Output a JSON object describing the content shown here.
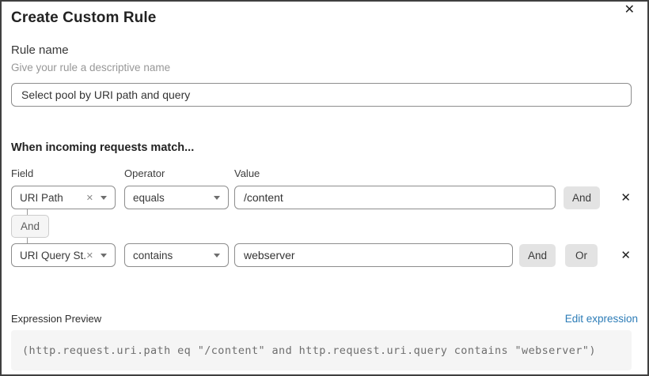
{
  "dialog": {
    "title": "Create Custom Rule",
    "close_icon": "✕"
  },
  "rule_name": {
    "label": "Rule name",
    "hint": "Give your rule a descriptive name",
    "value": "Select pool by URI path and query"
  },
  "match": {
    "heading": "When incoming requests match...",
    "column_labels": {
      "field": "Field",
      "operator": "Operator",
      "value": "Value"
    },
    "connector_label": "And",
    "rows": [
      {
        "field": "URI Path",
        "clear_icon": "✕",
        "operator": "equals",
        "value": "/content",
        "and_label": "And",
        "delete_icon": "✕"
      },
      {
        "field": "URI Query St...",
        "clear_icon": "✕",
        "operator": "contains",
        "value": "webserver",
        "and_label": "And",
        "or_label": "Or",
        "delete_icon": "✕"
      }
    ]
  },
  "expression": {
    "label": "Expression Preview",
    "edit_link": "Edit expression",
    "code": "(http.request.uri.path eq \"/content\" and http.request.uri.query contains \"webserver\")"
  },
  "colors": {
    "link_blue": "#2c7cb7",
    "button_gray": "#e3e3e3",
    "code_bg": "#f5f5f5",
    "border_gray": "#8d8d8d"
  }
}
